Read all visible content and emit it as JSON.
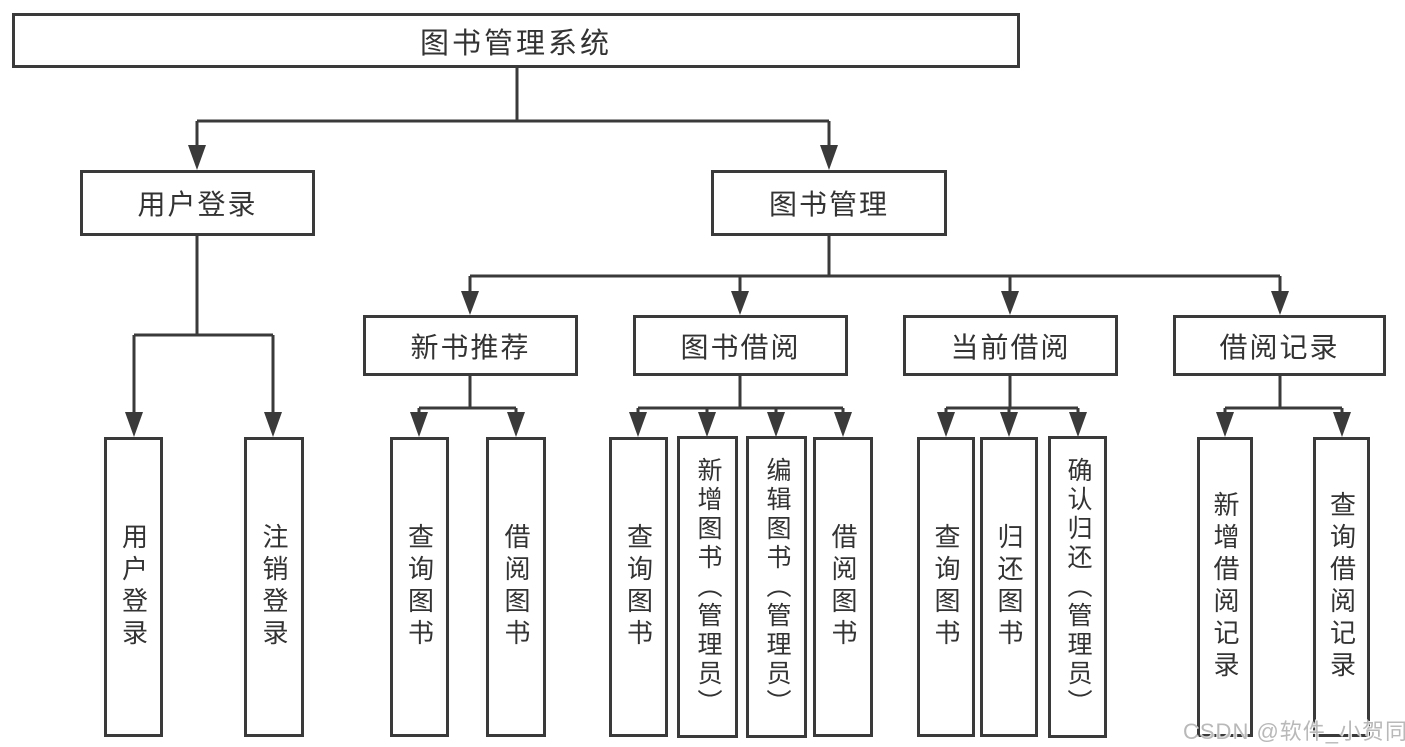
{
  "diagram": {
    "type": "function-tree",
    "root": {
      "label": "图书管理系统",
      "children": [
        {
          "label": "用户登录",
          "children": [
            {
              "label": "用户登录"
            },
            {
              "label": "注销登录"
            }
          ]
        },
        {
          "label": "图书管理",
          "children": [
            {
              "label": "新书推荐",
              "children": [
                {
                  "label": "查询图书"
                },
                {
                  "label": "借阅图书"
                }
              ]
            },
            {
              "label": "图书借阅",
              "children": [
                {
                  "label": "查询图书"
                },
                {
                  "label": "新增图书（管理员）"
                },
                {
                  "label": "编辑图书（管理员）"
                },
                {
                  "label": "借阅图书"
                }
              ]
            },
            {
              "label": "当前借阅",
              "children": [
                {
                  "label": "查询图书"
                },
                {
                  "label": "归还图书"
                },
                {
                  "label": "确认归还（管理员）"
                }
              ]
            },
            {
              "label": "借阅记录",
              "children": [
                {
                  "label": "新增借阅记录"
                },
                {
                  "label": "查询借阅记录"
                }
              ]
            }
          ]
        }
      ]
    }
  },
  "watermark": {
    "text": "CSDN @软件_小贺同学"
  },
  "colors": {
    "line_color": "#3a3a3a",
    "text_color": "#333333",
    "watermark_color": "#b9b9b9",
    "background_color": "#ffffff"
  }
}
